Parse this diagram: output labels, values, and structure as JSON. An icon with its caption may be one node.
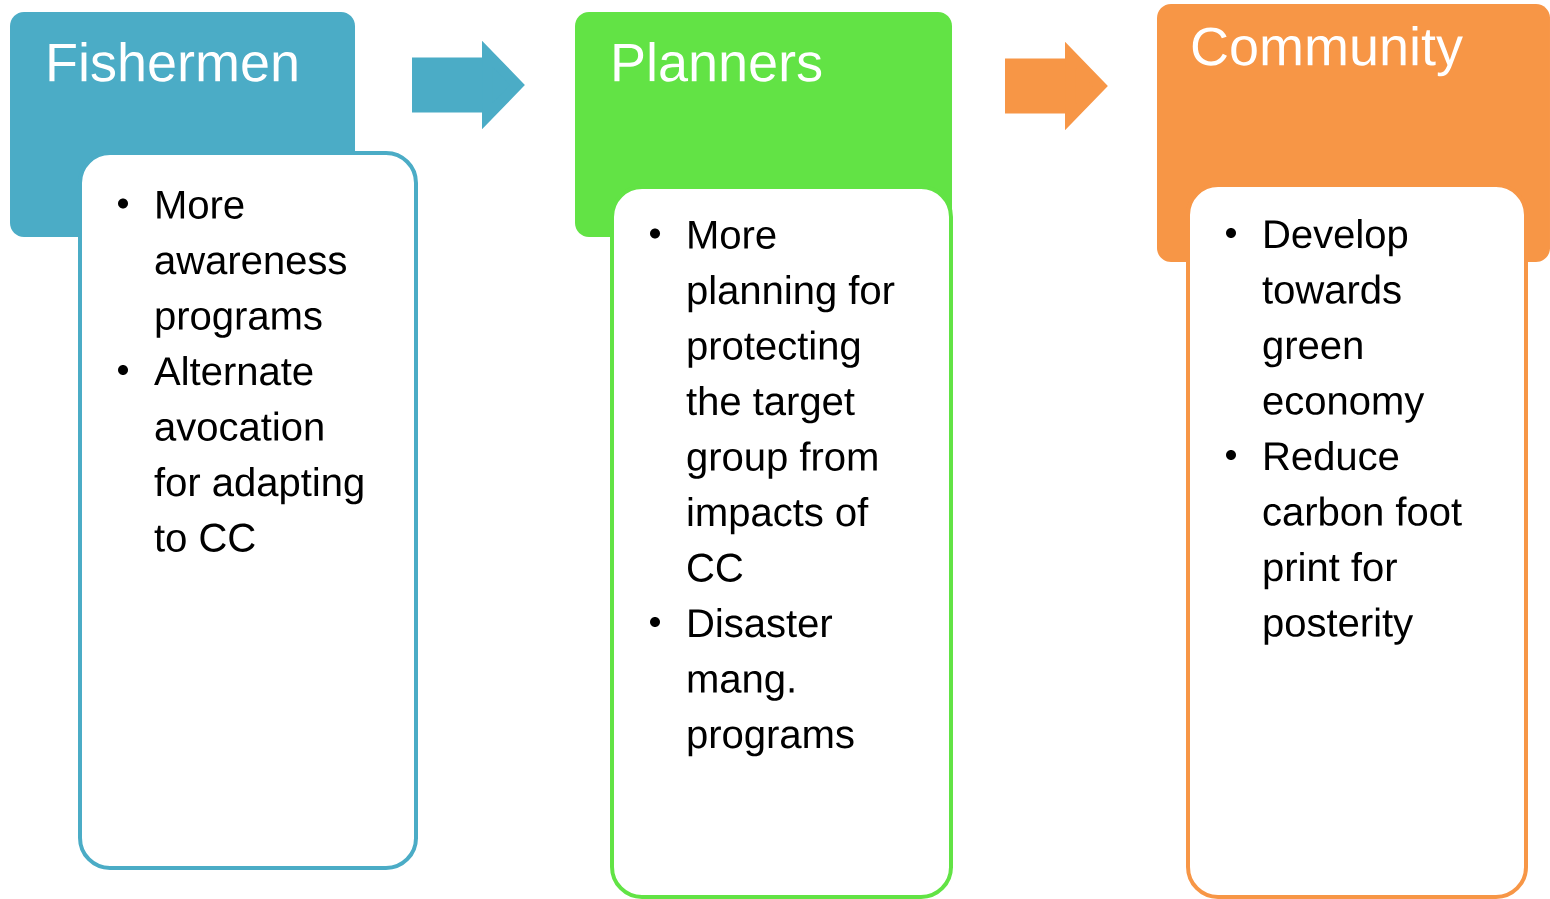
{
  "diagram": {
    "nodes": [
      {
        "text": [
          "Fishermen"
        ]
      },
      {
        "text": [
          "More awareness programs",
          "Alternate avocation for adapting to CC"
        ]
      },
      {
        "text": [
          "Planners"
        ]
      },
      {
        "text": [
          "More planning for protecting the target group from impacts of CC",
          "Disaster mang. programs"
        ]
      },
      {
        "text": [
          "Community"
        ]
      },
      {
        "text": [
          "Develop towards green economy",
          "Reduce carbon foot print for posterity"
        ]
      }
    ],
    "edges": [
      {
        "from": 0,
        "to": 2,
        "arrow": "to",
        "color": "#4bacc6"
      },
      {
        "from": 2,
        "to": 4,
        "arrow": "to",
        "color": "#f79646"
      }
    ]
  }
}
